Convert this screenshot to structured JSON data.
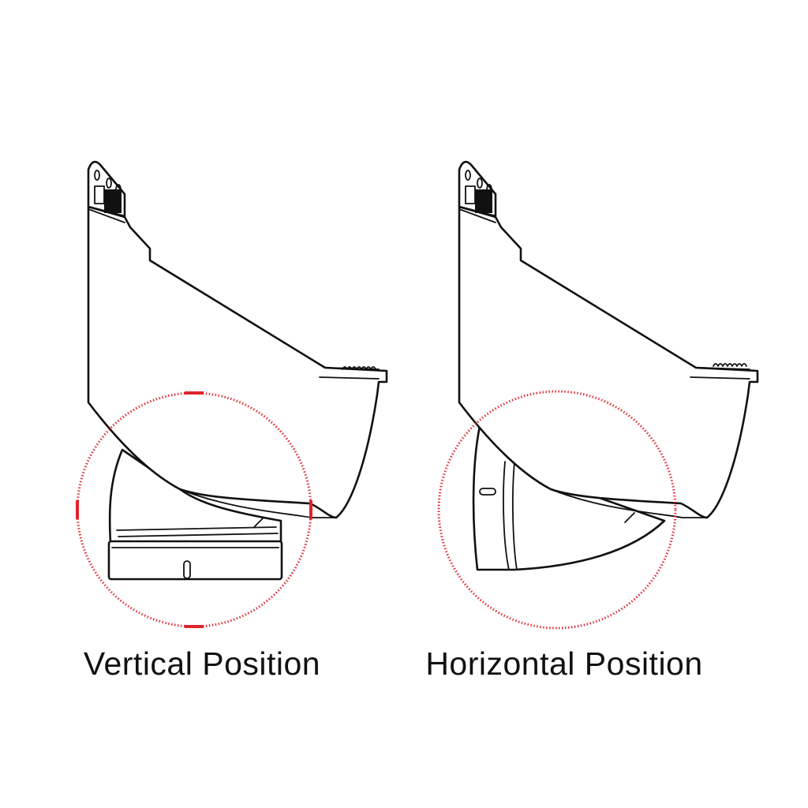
{
  "labels": {
    "vertical": "Vertical Position",
    "horizontal": "Horizontal Position"
  },
  "colors": {
    "rotation_ring": "#e0242b",
    "line_art": "#111111"
  },
  "icons": [
    "hopper-vertical-outlet-illustration",
    "hopper-horizontal-outlet-illustration",
    "rotation-circle-icon"
  ]
}
